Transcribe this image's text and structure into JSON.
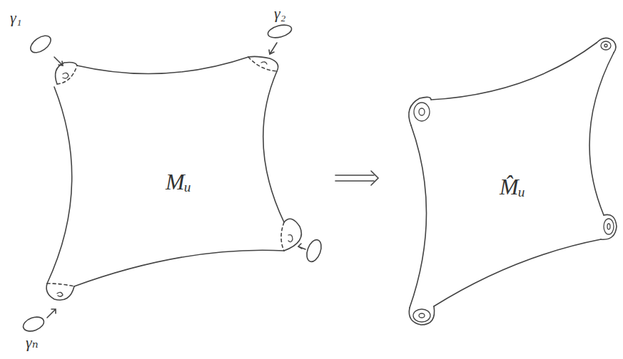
{
  "diagram": {
    "nodes": [
      {
        "text": [
          "Mᵤ"
        ]
      },
      {
        "text": [
          "M̂ᵤ"
        ]
      }
    ],
    "edges": [
      {
        "from": 0,
        "to": 1,
        "arrow": "to"
      }
    ],
    "labels": [
      "γ₁",
      "γ₂",
      "γₙ"
    ]
  }
}
